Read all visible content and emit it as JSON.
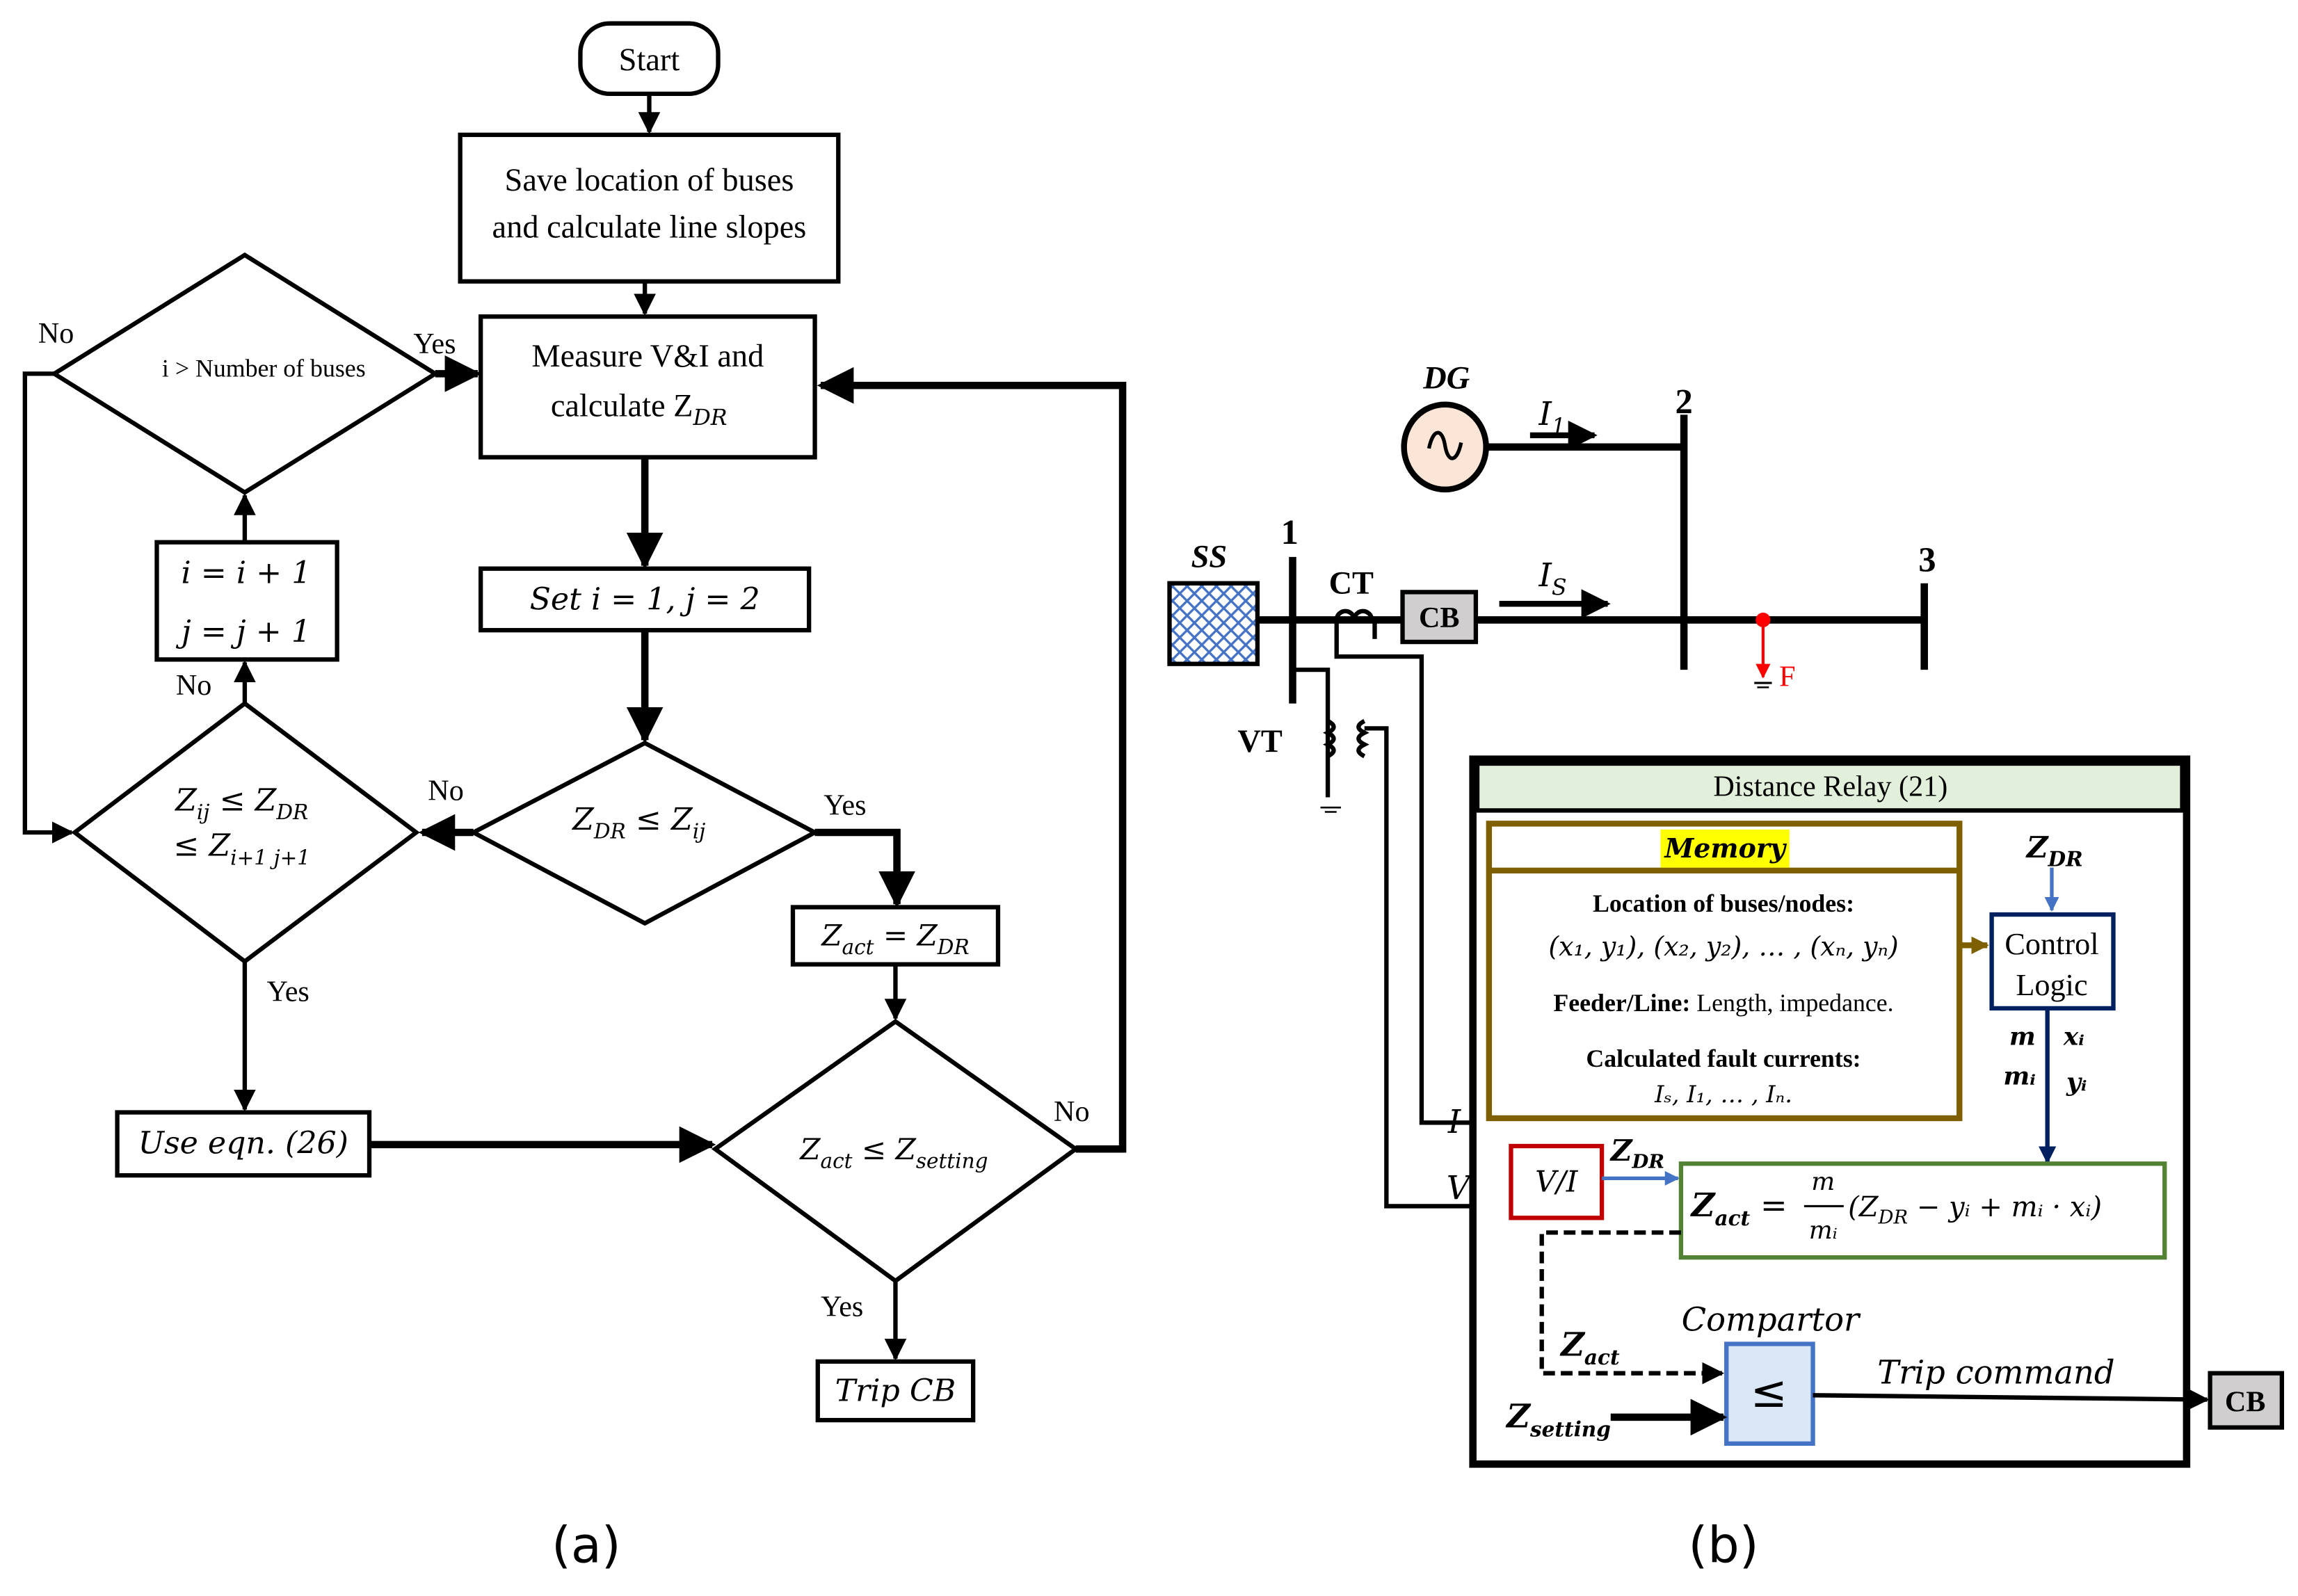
{
  "figure": {
    "panel_a_caption": "(a)",
    "panel_b_caption": "(b)"
  },
  "flowchart": {
    "start": "Start",
    "save_line1": "Save location of buses",
    "save_line2": "and calculate line slopes",
    "measure_line1": "Measure V&I and",
    "measure_line2": "calculate Z",
    "measure_sub": "DR",
    "set_ij": "Set i = 1, j = 2",
    "decision_buses": "i > Number of buses",
    "increment_i": "i = i + 1",
    "increment_j": "j = j + 1",
    "decision_zdr_main": "Z",
    "decision_zdr_sub": "DR",
    "decision_zdr_rel": " ≤ Z",
    "decision_zdr_sub2": "ij",
    "decision_range_l1": "Z",
    "decision_range_l1_sub": "ij",
    "decision_range_l1_rel": " ≤ Z",
    "decision_range_l1_sub2": "DR",
    "decision_range_l2": "≤ Z",
    "decision_range_l2_sub": "i+1 j+1",
    "assign_zact": "Z",
    "assign_zact_sub": "act",
    "assign_zact_rel": " = Z",
    "assign_zact_sub2": "DR",
    "use_eqn": "Use eqn. (26)",
    "decision_setting": "Z",
    "decision_setting_sub": "act",
    "decision_setting_rel": " ≤ Z",
    "decision_setting_sub2": "setting",
    "trip": "Trip CB",
    "labels": {
      "yes": "Yes",
      "no": "No"
    }
  },
  "network": {
    "dg_label": "DG",
    "ss_label": "SS",
    "bus1": "1",
    "bus2": "2",
    "bus3": "3",
    "ct_label": "CT",
    "vt_label": "VT",
    "cb_label": "CB",
    "i1_label": "I",
    "i1_sub": "1",
    "is_label": "I",
    "is_sub": "S",
    "fault_label": "F",
    "i_signal": "I",
    "v_signal": "V"
  },
  "relay": {
    "title": "Distance Relay (21)",
    "memory_title": "Memory",
    "mem_loc_title": "Location of buses/nodes:",
    "mem_loc_values": "(x₁, y₁), (x₂, y₂), … , (xₙ, yₙ)",
    "mem_feeder_bold": "Feeder/Line:",
    "mem_feeder_rest": " Length, impedance.",
    "mem_fault_title": "Calculated fault currents:",
    "mem_fault_values": "Iₛ, I₁, … , Iₙ.",
    "zdr_in_label": "Z",
    "zdr_in_sub": "DR",
    "control_line1": "Control",
    "control_line2": "Logic",
    "out_m": "m",
    "out_mi": "mᵢ",
    "out_xi": "xᵢ",
    "out_yi": "yᵢ",
    "vi_block": "V/I",
    "vi_out_label": "Z",
    "vi_out_sub": "DR",
    "formula_lhs": "Z",
    "formula_lhs_sub": "act",
    "formula_num": "m",
    "formula_den": "mᵢ",
    "formula_rhs": "(Z",
    "formula_rhs_sub": "DR",
    "formula_rhs_rest": " − yᵢ + mᵢ · xᵢ)",
    "comparator_label": "Compartor",
    "comparator_symbol": "≤",
    "zact_in": "Z",
    "zact_in_sub": "act",
    "zsetting_in": "Z",
    "zsetting_in_sub": "setting",
    "trip_command": "Trip command",
    "cb_out": "CB"
  },
  "colors": {
    "memory_border": "#7f6000",
    "memory_highlight": "#ffff00",
    "relay_header": "#e2efda",
    "control_border": "#002060",
    "vi_border": "#c00000",
    "formula_border": "#548235",
    "comparator_fill": "#dae7f6",
    "comparator_border": "#4472c4",
    "signal_blue": "#4472c4",
    "dg_fill": "#fbe5d6",
    "cb_fill": "#d0cece",
    "ss_hatch": "#4472c4",
    "fault": "#ff0000"
  }
}
